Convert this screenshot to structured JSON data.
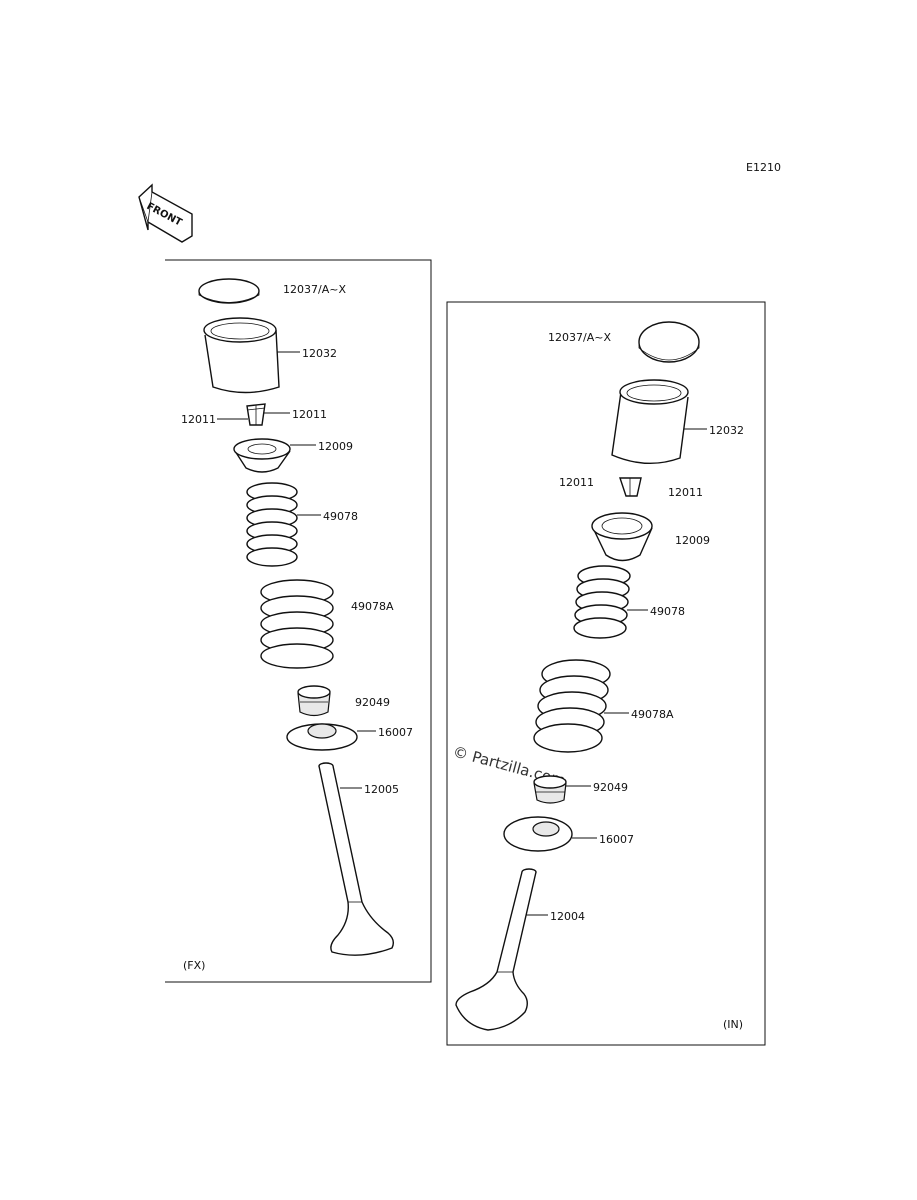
{
  "diagram_code": "E1210",
  "front_badge": {
    "text": "FRONT",
    "icon": "front-arrow-icon"
  },
  "watermark": "© Partzilla.com",
  "footer_text": "",
  "panels": [
    {
      "id": "fx",
      "tag": "(FX)",
      "labels": {
        "shim": "12037/A~X",
        "lifter": "12032",
        "keeper_left": "12011",
        "keeper_right": "12011",
        "retainer": "12009",
        "spring_inner": "49078",
        "spring_outer": "49078A",
        "stem_seal": "92049",
        "spring_seat": "16007",
        "valve": "12005"
      }
    },
    {
      "id": "in",
      "tag": "(IN)",
      "labels": {
        "shim": "12037/A~X",
        "lifter": "12032",
        "keeper_left": "12011",
        "keeper_right": "12011",
        "retainer": "12009",
        "spring_inner": "49078",
        "spring_outer": "49078A",
        "stem_seal": "92049",
        "spring_seat": "16007",
        "valve": "12004"
      }
    }
  ]
}
